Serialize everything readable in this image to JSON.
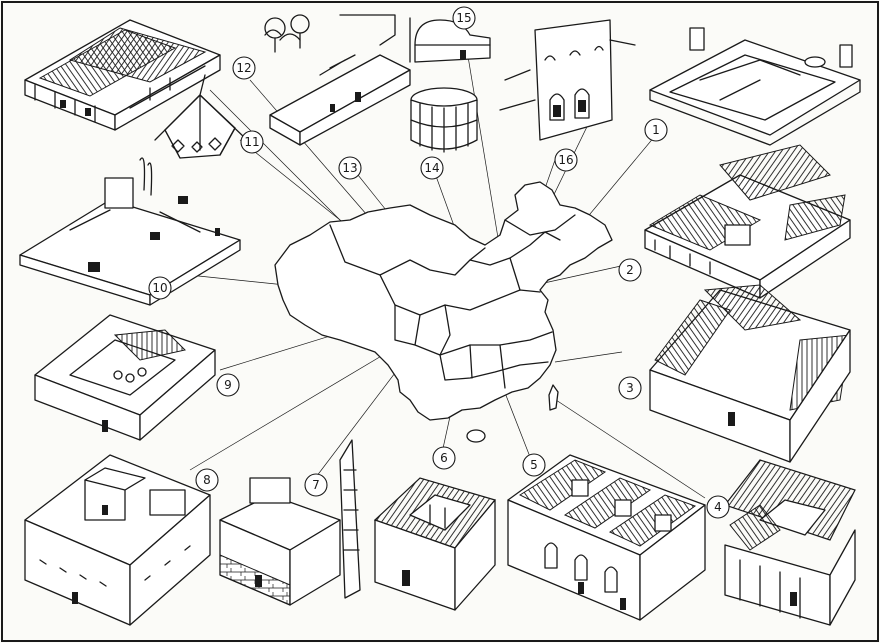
{
  "labels": [
    {
      "id": "label-1",
      "text": "1"
    },
    {
      "id": "label-2",
      "text": "2"
    },
    {
      "id": "label-3",
      "text": "3"
    },
    {
      "id": "label-4",
      "text": "4"
    },
    {
      "id": "label-5",
      "text": "5"
    },
    {
      "id": "label-6",
      "text": "6"
    },
    {
      "id": "label-7",
      "text": "7"
    },
    {
      "id": "label-8",
      "text": "8"
    },
    {
      "id": "label-9",
      "text": "9"
    },
    {
      "id": "label-10",
      "text": "10"
    },
    {
      "id": "label-11",
      "text": "11"
    },
    {
      "id": "label-12",
      "text": "12"
    },
    {
      "id": "label-13",
      "text": "13"
    },
    {
      "id": "label-14",
      "text": "14"
    },
    {
      "id": "label-15",
      "text": "15"
    },
    {
      "id": "label-16",
      "text": "16"
    }
  ]
}
